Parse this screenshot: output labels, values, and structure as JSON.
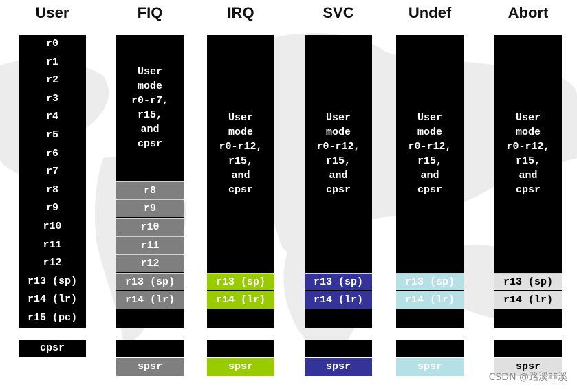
{
  "columns": [
    {
      "key": "user",
      "title": "User",
      "cells": [
        {
          "label": "r0",
          "style": "black"
        },
        {
          "label": "r1",
          "style": "black"
        },
        {
          "label": "r2",
          "style": "black"
        },
        {
          "label": "r3",
          "style": "black"
        },
        {
          "label": "r4",
          "style": "black"
        },
        {
          "label": "r5",
          "style": "black"
        },
        {
          "label": "r6",
          "style": "black"
        },
        {
          "label": "r7",
          "style": "black"
        },
        {
          "label": "r8",
          "style": "black"
        },
        {
          "label": "r9",
          "style": "black"
        },
        {
          "label": "r10",
          "style": "black"
        },
        {
          "label": "r11",
          "style": "black"
        },
        {
          "label": "r12",
          "style": "black"
        },
        {
          "label": "r13 (sp)",
          "style": "black"
        },
        {
          "label": "r14 (lr)",
          "style": "black"
        },
        {
          "label": "r15 (pc)",
          "style": "black"
        }
      ],
      "status_cells": [
        {
          "label": "cpsr",
          "style": "black"
        }
      ]
    },
    {
      "key": "fiq",
      "title": "FIQ",
      "shared_text": "User\nmode\nr0-r7,\nr15,\nand\ncpsr",
      "banked": [
        {
          "label": "r8",
          "row": 8,
          "style": "gray"
        },
        {
          "label": "r9",
          "row": 9,
          "style": "gray"
        },
        {
          "label": "r10",
          "row": 10,
          "style": "gray"
        },
        {
          "label": "r11",
          "row": 11,
          "style": "gray"
        },
        {
          "label": "r12",
          "row": 12,
          "style": "gray"
        },
        {
          "label": "r13 (sp)",
          "row": 13,
          "style": "gray"
        },
        {
          "label": "r14 (lr)",
          "row": 14,
          "style": "gray"
        }
      ],
      "status_cells": [
        {
          "label": "",
          "style": "black"
        },
        {
          "label": "spsr",
          "style": "gray"
        }
      ]
    },
    {
      "key": "irq",
      "title": "IRQ",
      "shared_text": "User\nmode\nr0-r12,\nr15,\nand\ncpsr",
      "banked": [
        {
          "label": "r13 (sp)",
          "row": 13,
          "style": "green"
        },
        {
          "label": "r14 (lr)",
          "row": 14,
          "style": "green"
        }
      ],
      "status_cells": [
        {
          "label": "",
          "style": "black"
        },
        {
          "label": "spsr",
          "style": "green"
        }
      ]
    },
    {
      "key": "svc",
      "title": "SVC",
      "shared_text": "User\nmode\nr0-r12,\nr15,\nand\ncpsr",
      "banked": [
        {
          "label": "r13 (sp)",
          "row": 13,
          "style": "blue"
        },
        {
          "label": "r14 (lr)",
          "row": 14,
          "style": "blue"
        }
      ],
      "status_cells": [
        {
          "label": "",
          "style": "black"
        },
        {
          "label": "spsr",
          "style": "blue"
        }
      ]
    },
    {
      "key": "undef",
      "title": "Undef",
      "shared_text": "User\nmode\nr0-r12,\nr15,\nand\ncpsr",
      "banked": [
        {
          "label": "r13 (sp)",
          "row": 13,
          "style": "cyan"
        },
        {
          "label": "r14 (lr)",
          "row": 14,
          "style": "cyan"
        }
      ],
      "status_cells": [
        {
          "label": "",
          "style": "black"
        },
        {
          "label": "spsr",
          "style": "cyan"
        }
      ]
    },
    {
      "key": "abort",
      "title": "Abort",
      "shared_text": "User\nmode\nr0-r12,\nr15,\nand\ncpsr",
      "banked": [
        {
          "label": "r13 (sp)",
          "row": 13,
          "style": "light"
        },
        {
          "label": "r14 (lr)",
          "row": 14,
          "style": "light"
        }
      ],
      "status_cells": [
        {
          "label": "",
          "style": "black"
        },
        {
          "label": "spsr",
          "style": "light"
        }
      ]
    }
  ],
  "styles": {
    "black": {
      "bg": "#000000",
      "fg": "#ffffff"
    },
    "gray": {
      "bg": "#7f7f7f",
      "fg": "#ffffff"
    },
    "green": {
      "bg": "#99cc00",
      "fg": "#ffffff"
    },
    "blue": {
      "bg": "#333399",
      "fg": "#ffffff"
    },
    "cyan": {
      "bg": "#b4e0e6",
      "fg": "#ffffff"
    },
    "light": {
      "bg": "#e0e0e0",
      "fg": "#000000"
    }
  },
  "watermark": "CSDN @路溪非溪"
}
